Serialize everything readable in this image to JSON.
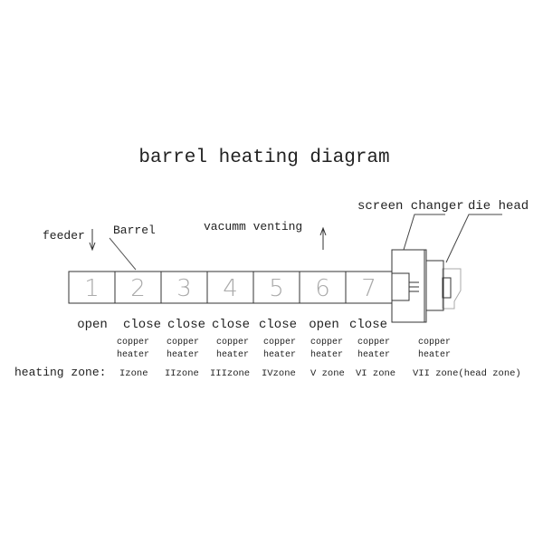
{
  "title": "barrel heating diagram",
  "labels": {
    "feeder": "feeder",
    "barrel": "Barrel",
    "venting": "vacumm venting",
    "screen_changer": "screen changer",
    "die_head": "die head",
    "heating_zone": "heating zone:"
  },
  "cells": [
    "1",
    "2",
    "3",
    "4",
    "5",
    "6",
    "7"
  ],
  "states": [
    "open",
    "close",
    "close",
    "close",
    "close",
    "open",
    "close"
  ],
  "heaters": [
    {
      "line1": "copper",
      "line2": "heater"
    },
    {
      "line1": "copper",
      "line2": "heater"
    },
    {
      "line1": "copper",
      "line2": "heater"
    },
    {
      "line1": "copper",
      "line2": "heater"
    },
    {
      "line1": "copper",
      "line2": "heater"
    },
    {
      "line1": "copper",
      "line2": "heater"
    },
    {
      "line1": "copper",
      "line2": "heater"
    }
  ],
  "zones": [
    "Izone",
    "IIzone",
    "IIIzone",
    "IVzone",
    "V zone",
    "VI zone",
    "VII zone(head zone)"
  ]
}
